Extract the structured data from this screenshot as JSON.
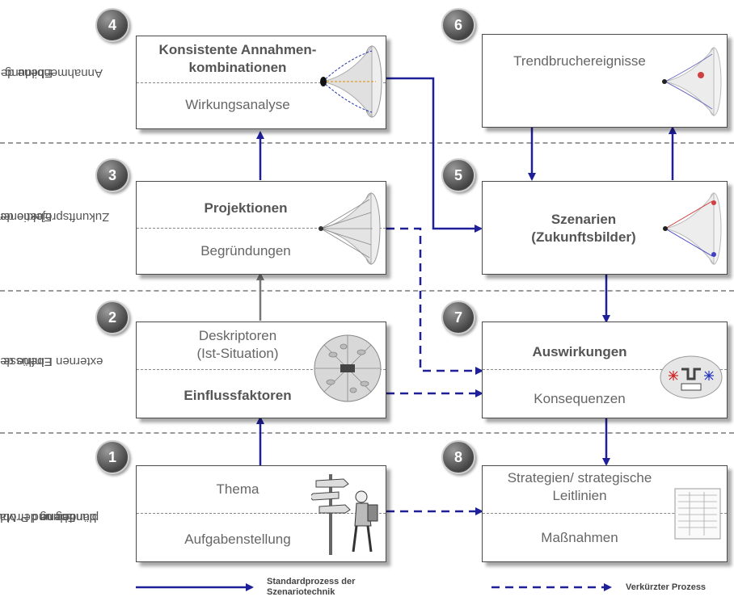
{
  "levels": [
    {
      "line1": "Ebene der",
      "line2": "Annahmenbildung"
    },
    {
      "line1": "Ebene der",
      "line2": "Zukunftsprojektionen"
    },
    {
      "line1": "Ebene der",
      "line2": "externen Einflüsse"
    },
    {
      "line1": "Ebene der Maßnahmen-",
      "line2": "planung und Problem-",
      "line3": "bündelung"
    }
  ],
  "steps": {
    "s4": {
      "number": "4",
      "top1": "Konsistente Annahmen-",
      "top2": "kombinationen",
      "bottom": "Wirkungsanalyse"
    },
    "s6": {
      "number": "6",
      "top": "Trendbruchereignisse"
    },
    "s3": {
      "number": "3",
      "top": "Projektionen",
      "bottom": "Begründungen"
    },
    "s5": {
      "number": "5",
      "top1": "Szenarien",
      "top2": "(Zukunftsbilder)"
    },
    "s2": {
      "number": "2",
      "top1": "Deskriptoren",
      "top2": "(Ist-Situation)",
      "bottom": "Einflussfaktoren"
    },
    "s7": {
      "number": "7",
      "top": "Auswirkungen",
      "bottom": "Konsequenzen"
    },
    "s1": {
      "number": "1",
      "top": "Thema",
      "bottom": "Aufgabenstellung"
    },
    "s8": {
      "number": "8",
      "top1": "Strategien/ strategische",
      "top2": "Leitlinien",
      "bottom": "Maßnahmen"
    }
  },
  "legend": {
    "standard1": "Standardprozess der",
    "standard2": "Szenariotechnik",
    "short": "Verkürzter Prozess"
  },
  "colors": {
    "arrow": "#1f1f9a",
    "grey_arrow": "#777777",
    "badge": "#666666"
  }
}
